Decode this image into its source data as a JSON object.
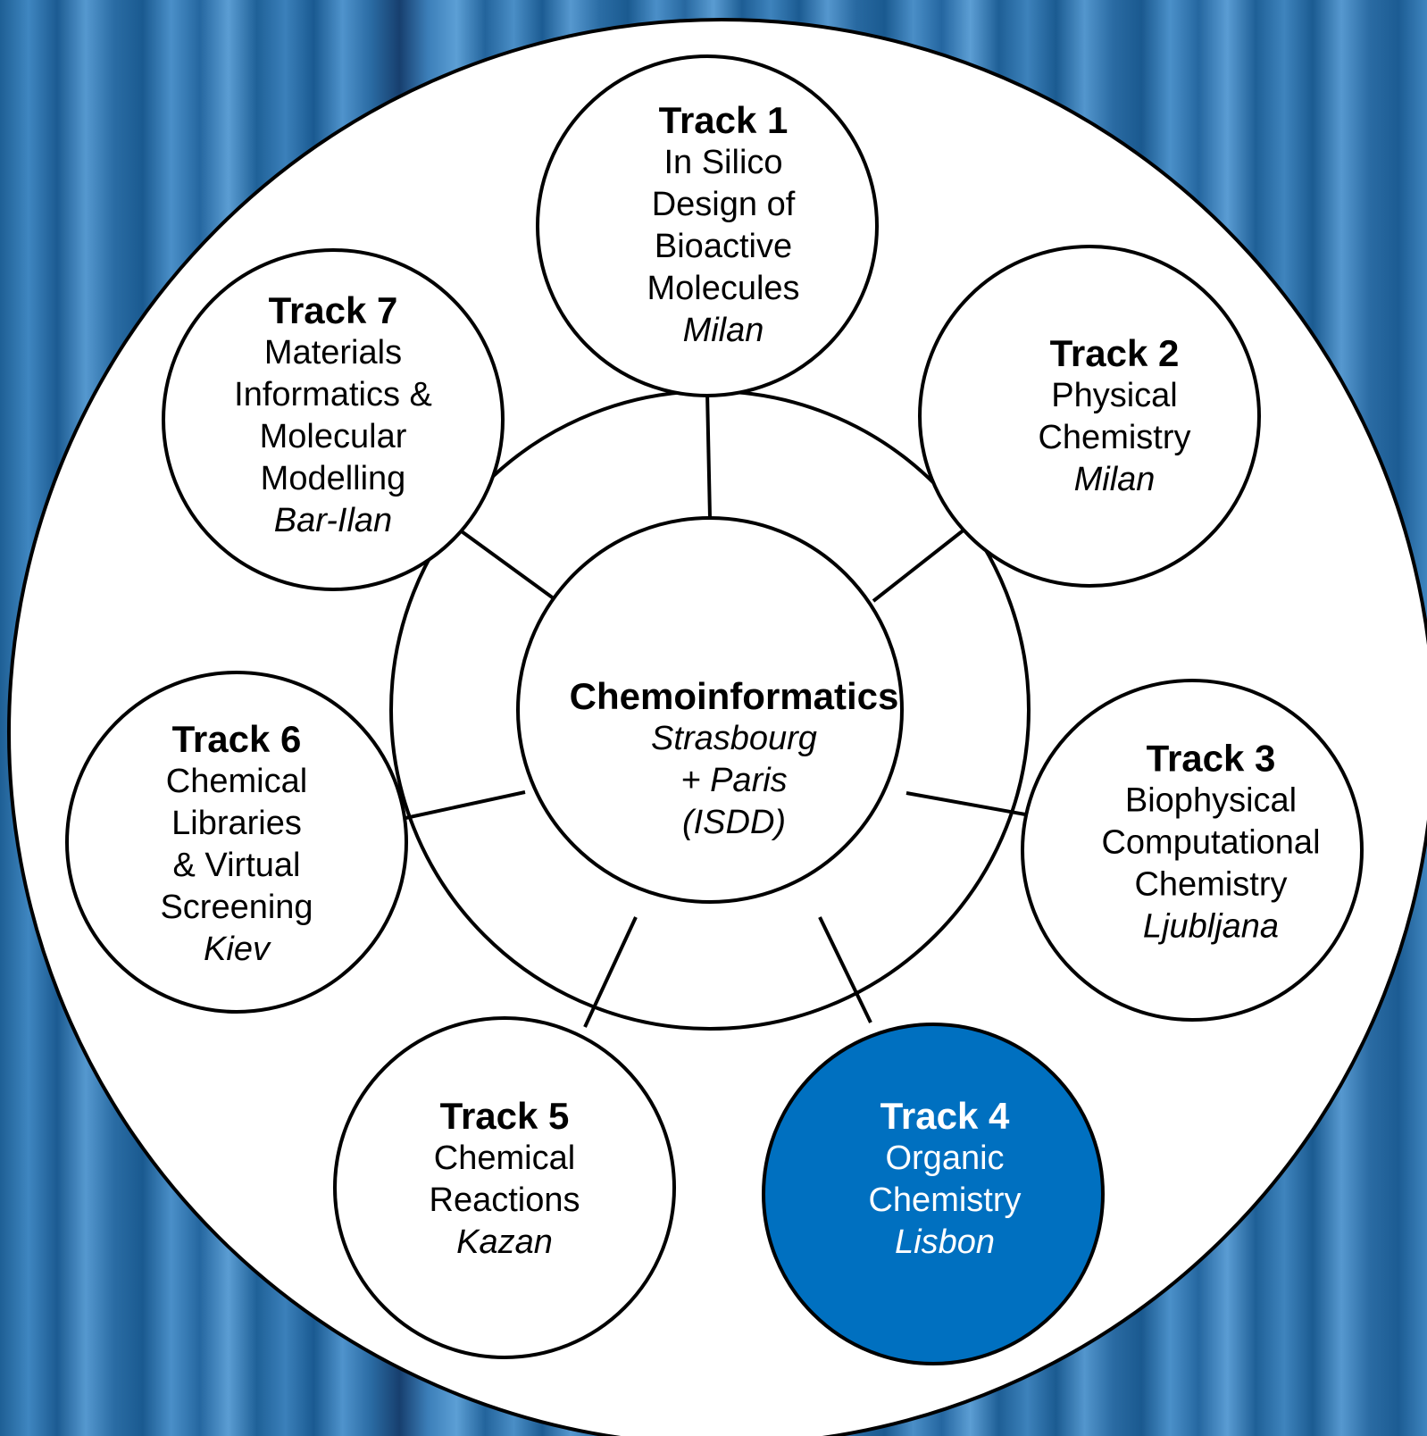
{
  "center": {
    "title": "Chemoinformatics",
    "subtitle_lines": [
      "Strasbourg",
      "+ Paris",
      "(ISDD)"
    ]
  },
  "tracks": [
    {
      "title": "Track 1",
      "lines": [
        "In Silico",
        "Design of",
        "Bioactive",
        "Molecules"
      ],
      "city": "Milan"
    },
    {
      "title": "Track 2",
      "lines": [
        "Physical",
        "Chemistry"
      ],
      "city": "Milan"
    },
    {
      "title": "Track 3",
      "lines": [
        "Biophysical",
        "Computational",
        "Chemistry"
      ],
      "city": "Ljubljana"
    },
    {
      "title": "Track 4",
      "lines": [
        "Organic",
        "Chemistry"
      ],
      "city": "Lisbon",
      "highlighted": true
    },
    {
      "title": "Track 5",
      "lines": [
        "Chemical",
        "Reactions"
      ],
      "city": "Kazan"
    },
    {
      "title": "Track 6",
      "lines": [
        "Chemical",
        "Libraries",
        "& Virtual",
        "Screening"
      ],
      "city": "Kiev"
    },
    {
      "title": "Track 7",
      "lines": [
        "Materials",
        "Informatics &",
        "Molecular",
        "Modelling"
      ],
      "city": "Bar-Ilan"
    }
  ],
  "colors": {
    "highlight_fill": "#0070c0",
    "circle_fill": "#ffffff",
    "stroke": "#000000"
  }
}
